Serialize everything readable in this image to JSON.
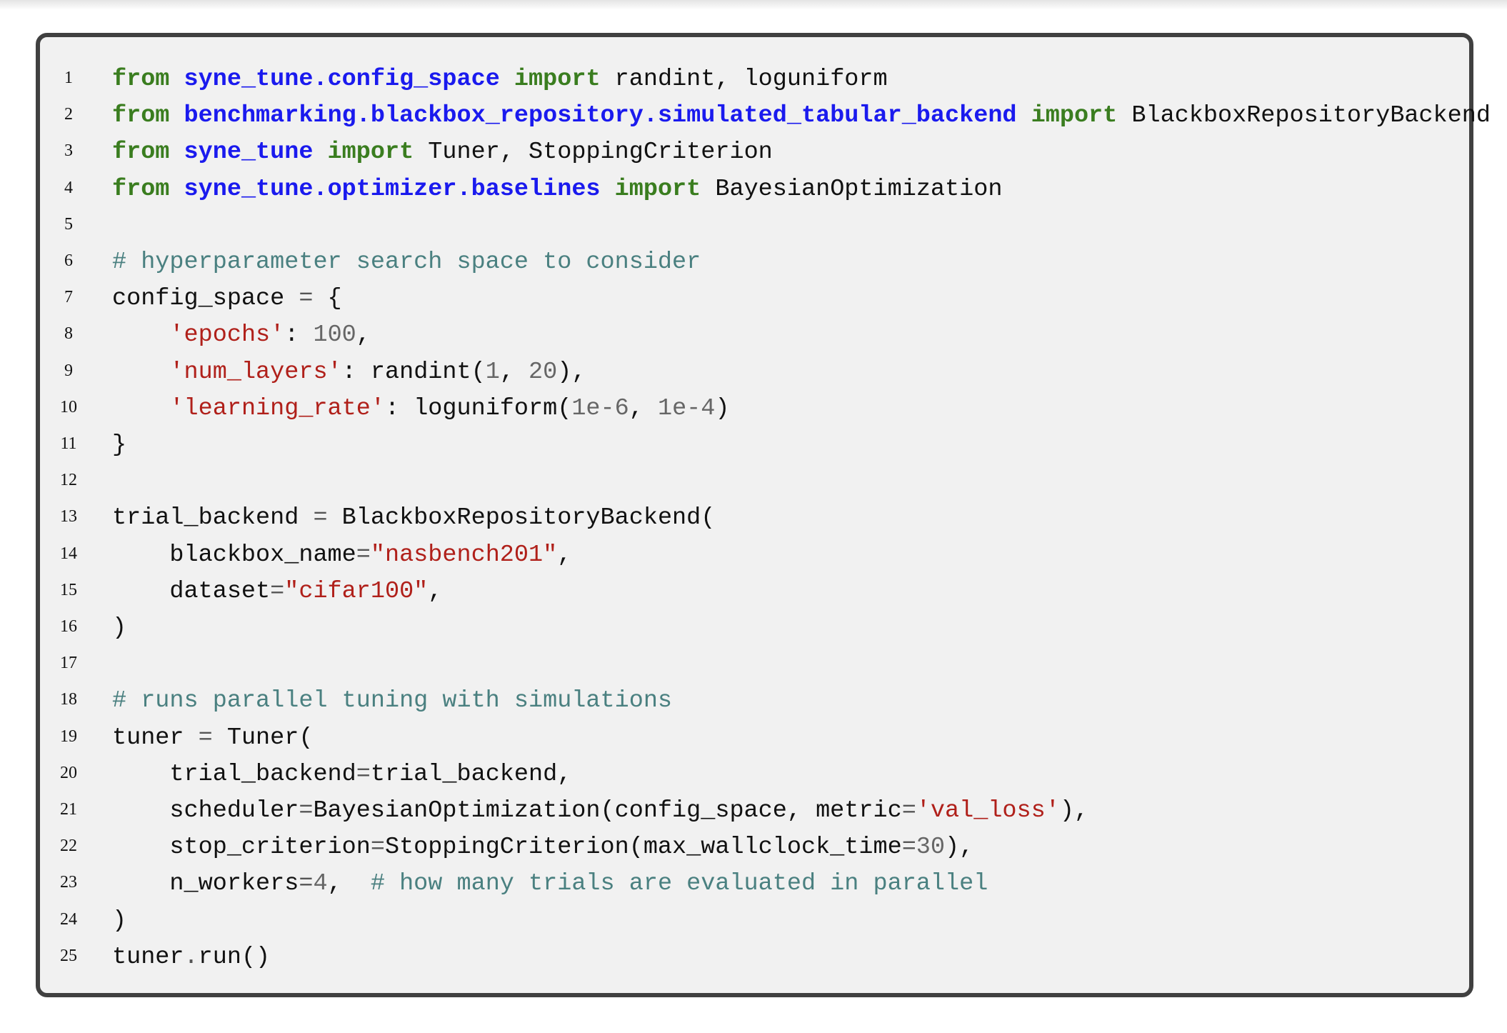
{
  "colors": {
    "keyword": "#3a7d1f",
    "module": "#1a1aee",
    "comment": "#4a8080",
    "string": "#b0201a",
    "number": "#666666",
    "border": "#404040",
    "background": "#f1f1f1"
  },
  "code_lines": [
    {
      "num": "1",
      "tokens": [
        [
          "kw",
          "from"
        ],
        [
          "plain",
          " "
        ],
        [
          "mod",
          "syne_tune.config_space"
        ],
        [
          "plain",
          " "
        ],
        [
          "kw",
          "import"
        ],
        [
          "plain",
          " randint, loguniform"
        ]
      ]
    },
    {
      "num": "2",
      "tokens": [
        [
          "kw",
          "from"
        ],
        [
          "plain",
          " "
        ],
        [
          "mod",
          "benchmarking.blackbox_repository.simulated_tabular_backend"
        ],
        [
          "plain",
          " "
        ],
        [
          "kw",
          "import"
        ],
        [
          "plain",
          " BlackboxRepositoryBackend"
        ]
      ]
    },
    {
      "num": "3",
      "tokens": [
        [
          "kw",
          "from"
        ],
        [
          "plain",
          " "
        ],
        [
          "mod",
          "syne_tune"
        ],
        [
          "plain",
          " "
        ],
        [
          "kw",
          "import"
        ],
        [
          "plain",
          " Tuner, StoppingCriterion"
        ]
      ]
    },
    {
      "num": "4",
      "tokens": [
        [
          "kw",
          "from"
        ],
        [
          "plain",
          " "
        ],
        [
          "mod",
          "syne_tune.optimizer.baselines"
        ],
        [
          "plain",
          " "
        ],
        [
          "kw",
          "import"
        ],
        [
          "plain",
          " BayesianOptimization"
        ]
      ]
    },
    {
      "num": "5",
      "tokens": []
    },
    {
      "num": "6",
      "tokens": [
        [
          "com",
          "# hyperparameter search space to consider"
        ]
      ]
    },
    {
      "num": "7",
      "tokens": [
        [
          "plain",
          "config_space "
        ],
        [
          "op",
          "="
        ],
        [
          "plain",
          " {"
        ]
      ]
    },
    {
      "num": "8",
      "tokens": [
        [
          "plain",
          "    "
        ],
        [
          "str",
          "'epochs'"
        ],
        [
          "plain",
          ": "
        ],
        [
          "num",
          "100"
        ],
        [
          "plain",
          ","
        ]
      ]
    },
    {
      "num": "9",
      "tokens": [
        [
          "plain",
          "    "
        ],
        [
          "str",
          "'num_layers'"
        ],
        [
          "plain",
          ": randint("
        ],
        [
          "num",
          "1"
        ],
        [
          "plain",
          ", "
        ],
        [
          "num",
          "20"
        ],
        [
          "plain",
          "),"
        ]
      ]
    },
    {
      "num": "10",
      "tokens": [
        [
          "plain",
          "    "
        ],
        [
          "str",
          "'learning_rate'"
        ],
        [
          "plain",
          ": loguniform("
        ],
        [
          "num",
          "1e-6"
        ],
        [
          "plain",
          ", "
        ],
        [
          "num",
          "1e-4"
        ],
        [
          "plain",
          ")"
        ]
      ]
    },
    {
      "num": "11",
      "tokens": [
        [
          "plain",
          "}"
        ]
      ]
    },
    {
      "num": "12",
      "tokens": []
    },
    {
      "num": "13",
      "tokens": [
        [
          "plain",
          "trial_backend "
        ],
        [
          "op",
          "="
        ],
        [
          "plain",
          " BlackboxRepositoryBackend("
        ]
      ]
    },
    {
      "num": "14",
      "tokens": [
        [
          "plain",
          "    blackbox_name"
        ],
        [
          "op",
          "="
        ],
        [
          "str",
          "\"nasbench201\""
        ],
        [
          "plain",
          ","
        ]
      ]
    },
    {
      "num": "15",
      "tokens": [
        [
          "plain",
          "    dataset"
        ],
        [
          "op",
          "="
        ],
        [
          "str",
          "\"cifar100\""
        ],
        [
          "plain",
          ","
        ]
      ]
    },
    {
      "num": "16",
      "tokens": [
        [
          "plain",
          ")"
        ]
      ]
    },
    {
      "num": "17",
      "tokens": []
    },
    {
      "num": "18",
      "tokens": [
        [
          "com",
          "# runs parallel tuning with simulations"
        ]
      ]
    },
    {
      "num": "19",
      "tokens": [
        [
          "plain",
          "tuner "
        ],
        [
          "op",
          "="
        ],
        [
          "plain",
          " Tuner("
        ]
      ]
    },
    {
      "num": "20",
      "tokens": [
        [
          "plain",
          "    trial_backend"
        ],
        [
          "op",
          "="
        ],
        [
          "plain",
          "trial_backend,"
        ]
      ]
    },
    {
      "num": "21",
      "tokens": [
        [
          "plain",
          "    scheduler"
        ],
        [
          "op",
          "="
        ],
        [
          "plain",
          "BayesianOptimization(config_space, metric"
        ],
        [
          "op",
          "="
        ],
        [
          "str",
          "'val_loss'"
        ],
        [
          "plain",
          "),"
        ]
      ]
    },
    {
      "num": "22",
      "tokens": [
        [
          "plain",
          "    stop_criterion"
        ],
        [
          "op",
          "="
        ],
        [
          "plain",
          "StoppingCriterion(max_wallclock_time"
        ],
        [
          "op",
          "="
        ],
        [
          "num",
          "30"
        ],
        [
          "plain",
          "),"
        ]
      ]
    },
    {
      "num": "23",
      "tokens": [
        [
          "plain",
          "    n_workers"
        ],
        [
          "op",
          "="
        ],
        [
          "num",
          "4"
        ],
        [
          "plain",
          ",  "
        ],
        [
          "com",
          "# how many trials are evaluated in parallel"
        ]
      ]
    },
    {
      "num": "24",
      "tokens": [
        [
          "plain",
          ")"
        ]
      ]
    },
    {
      "num": "25",
      "tokens": [
        [
          "plain",
          "tuner"
        ],
        [
          "op",
          "."
        ],
        [
          "plain",
          "run()"
        ]
      ]
    }
  ]
}
